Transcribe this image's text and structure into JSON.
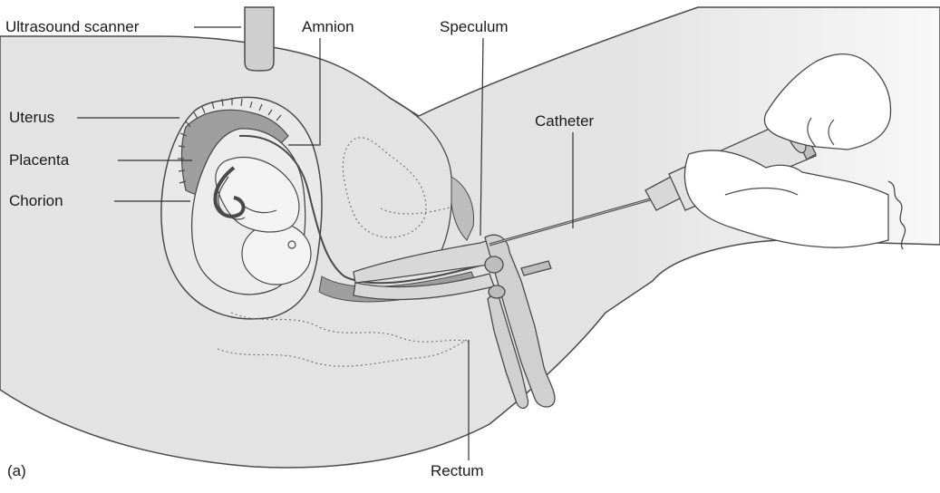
{
  "panel_label": "(a)",
  "labels": {
    "ultrasound_scanner": "Ultrasound scanner",
    "amnion": "Amnion",
    "speculum": "Speculum",
    "catheter": "Catheter",
    "uterus": "Uterus",
    "placenta": "Placenta",
    "chorion": "Chorion",
    "rectum": "Rectum"
  },
  "colors": {
    "body_fill": "#e3e3e3",
    "background": "#ffffff",
    "outline": "#4a4a4a",
    "placenta": "#9e9e9e",
    "fetus": "#f3f3f3",
    "instrument": "#cfcfcf"
  }
}
